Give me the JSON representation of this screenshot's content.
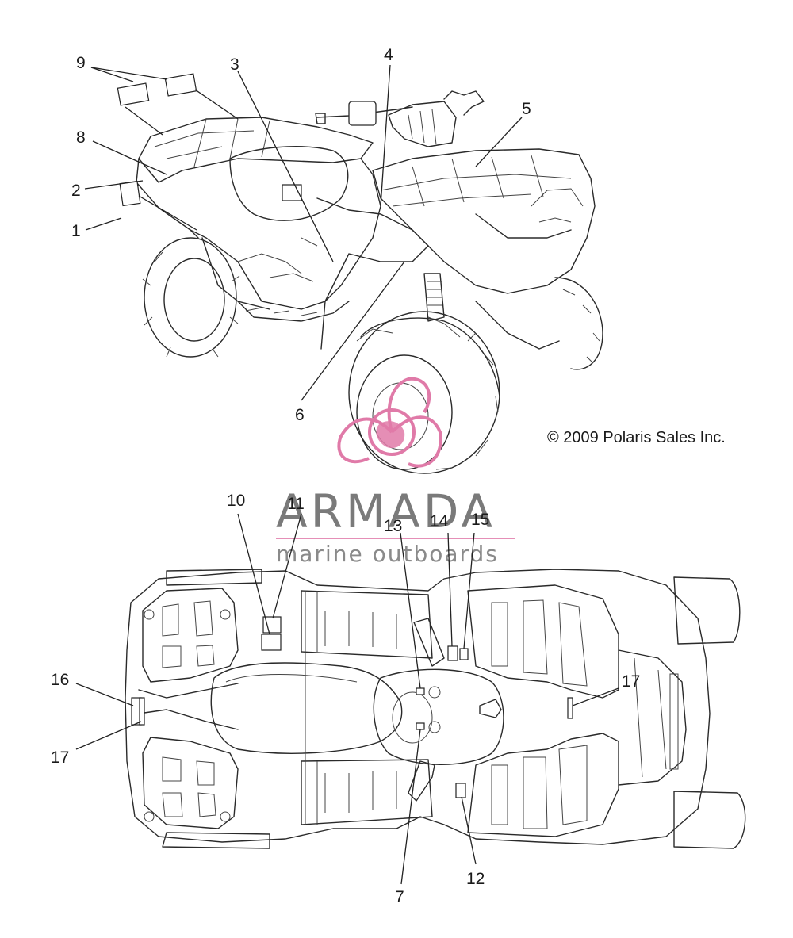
{
  "copyright": "© 2009 Polaris Sales Inc.",
  "callouts_top": [
    "1",
    "2",
    "3",
    "4",
    "5",
    "6",
    "8",
    "9"
  ],
  "callouts_bottom": [
    "7",
    "10",
    "11",
    "12",
    "13",
    "14",
    "15",
    "16",
    "17",
    "17"
  ],
  "watermark": {
    "brand": "ARMADA",
    "tagline": "marine outboards",
    "logo_color": "#e07aa8",
    "text_color": "#7a7a7a"
  },
  "icons": [
    "armada-logo-icon"
  ]
}
